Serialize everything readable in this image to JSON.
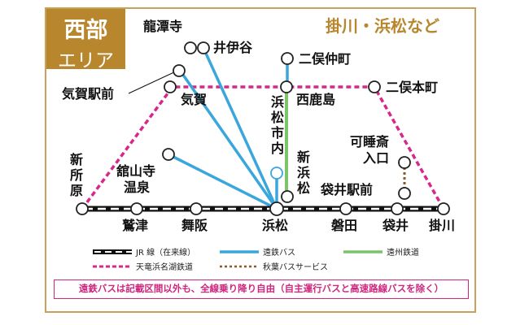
{
  "area": {
    "line1": "西部",
    "line2": "エリア"
  },
  "region_title": "掛川・浜松など",
  "stations": {
    "ryutanji": "龍潭寺",
    "iinoya": "井伊谷",
    "kiga_ekimae": "気賀駅前",
    "kiga": "気賀",
    "futamata_nakamachi": "二俣仲町",
    "futamata_honmachi": "二俣本町",
    "nishikajima": "西鹿島",
    "hamamatsu_shinai": [
      "浜",
      "松",
      "市",
      "内"
    ],
    "shinhamamatsu": [
      "新",
      "浜",
      "松"
    ],
    "kanzanji": [
      "舘山寺",
      "温泉"
    ],
    "shinjohara": [
      "新",
      "所",
      "原"
    ],
    "kasuisai": [
      "可睡斎",
      "入口"
    ],
    "fukuroi_ekimae": "袋井駅前",
    "washizu": "鷲津",
    "maisaka": "舞阪",
    "hamamatsu": "浜松",
    "iwata": "磐田",
    "fukuroi": "袋井",
    "kakegawa": "掛川"
  },
  "legend": {
    "jr": "JR 線（在来線）",
    "bus": "遠鉄バス",
    "railway": "遠州鉄道",
    "tenhama": "天竜浜名湖鉄道",
    "akiha": "秋葉バスサービス"
  },
  "notice": "遠鉄バスは記載区間以外も、全線乗り降り自由（自主運行バスと高速路線バスを除く）",
  "colors": {
    "badge": "#b8862c",
    "bus": "#3aa6dc",
    "railway": "#7cc36a",
    "tenhama": "#d9268a",
    "akiha": "#8a5a2a",
    "notice": "#d0267f"
  }
}
